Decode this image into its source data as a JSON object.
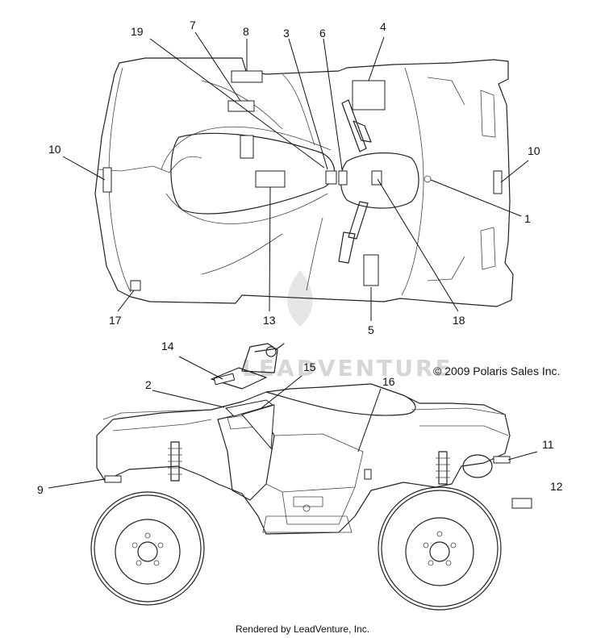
{
  "copyright": "© 2009 Polaris Sales Inc.",
  "footer": "Rendered by LeadVenture, Inc.",
  "watermark": {
    "text": "LEADVENTURE",
    "color": "#d6d6d6"
  },
  "callouts": [
    {
      "id": "c1",
      "label": "1"
    },
    {
      "id": "c2",
      "label": "2"
    },
    {
      "id": "c3",
      "label": "3"
    },
    {
      "id": "c4",
      "label": "4"
    },
    {
      "id": "c5",
      "label": "5"
    },
    {
      "id": "c6",
      "label": "6"
    },
    {
      "id": "c7",
      "label": "7"
    },
    {
      "id": "c8",
      "label": "8"
    },
    {
      "id": "c9",
      "label": "9"
    },
    {
      "id": "c10a",
      "label": "10"
    },
    {
      "id": "c10b",
      "label": "10"
    },
    {
      "id": "c11",
      "label": "11"
    },
    {
      "id": "c12",
      "label": "12"
    },
    {
      "id": "c13",
      "label": "13"
    },
    {
      "id": "c14",
      "label": "14"
    },
    {
      "id": "c15",
      "label": "15"
    },
    {
      "id": "c16",
      "label": "16"
    },
    {
      "id": "c17",
      "label": "17"
    },
    {
      "id": "c18",
      "label": "18"
    },
    {
      "id": "c19",
      "label": "19"
    }
  ]
}
